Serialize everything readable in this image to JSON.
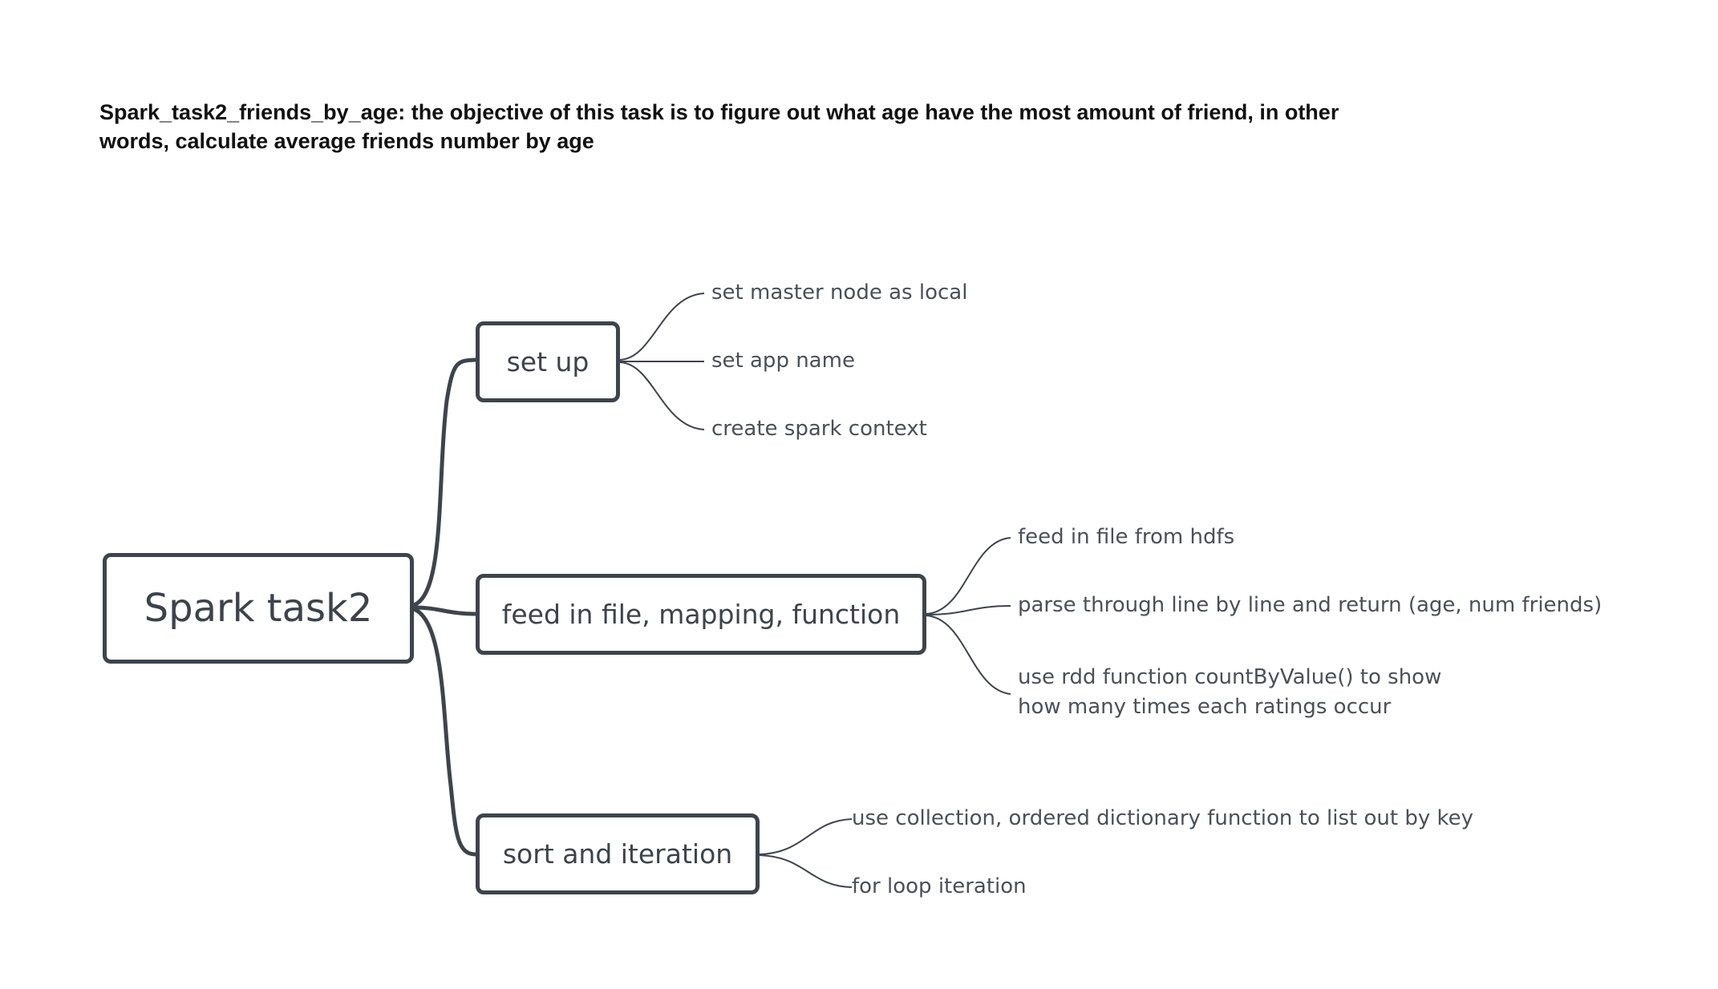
{
  "title": "Spark_task2_friends_by_age: the objective of this task is to figure out what age have the most amount of friend, in other words, calculate average friends number by age",
  "colors": {
    "line": "#3e444c",
    "text": "#3d434b",
    "title": "#111111",
    "background": "#ffffff"
  },
  "mindmap": {
    "root": "Spark task2",
    "topics": [
      {
        "label": "set up",
        "children": [
          "set master node as local",
          "set app name",
          "create spark context"
        ]
      },
      {
        "label": "feed in file, mapping, function",
        "children": [
          "feed in file from hdfs",
          "parse through line by line and return (age, num friends)",
          "use rdd function countByValue() to show how many times each ratings occur"
        ]
      },
      {
        "label": "sort and iteration",
        "children": [
          "use collection, ordered dictionary function to list out by  key",
          "for loop iteration"
        ]
      }
    ]
  }
}
